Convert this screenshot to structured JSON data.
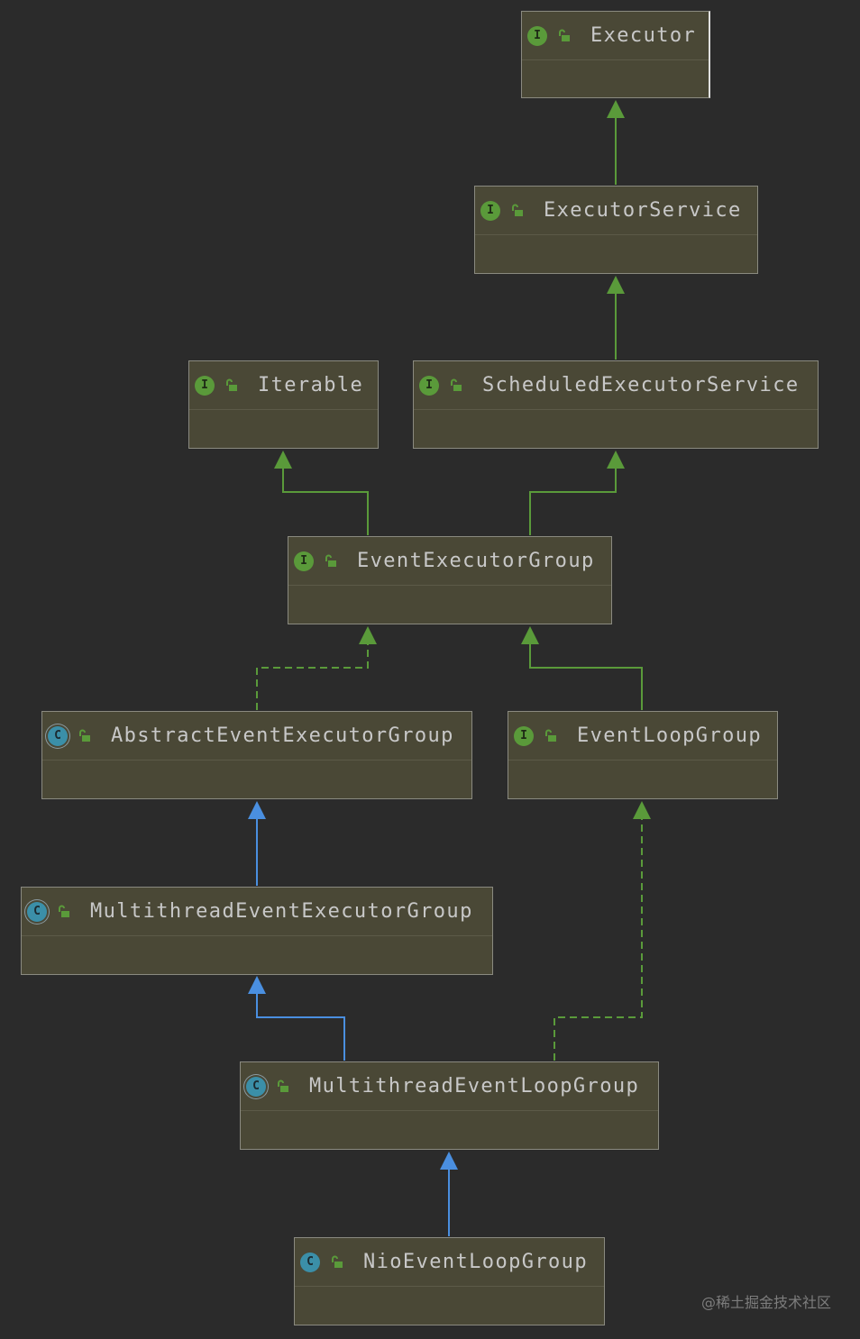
{
  "diagram": {
    "nodes": [
      {
        "id": "executor",
        "kind": "interface",
        "icon": "I",
        "name": "Executor"
      },
      {
        "id": "executor-service",
        "kind": "interface",
        "icon": "I",
        "name": "ExecutorService"
      },
      {
        "id": "iterable",
        "kind": "interface",
        "icon": "I",
        "name": "Iterable"
      },
      {
        "id": "scheduled-executor-service",
        "kind": "interface",
        "icon": "I",
        "name": "ScheduledExecutorService"
      },
      {
        "id": "event-executor-group",
        "kind": "interface",
        "icon": "I",
        "name": "EventExecutorGroup"
      },
      {
        "id": "abstract-event-executor-group",
        "kind": "abstract-class",
        "icon": "C",
        "name": "AbstractEventExecutorGroup"
      },
      {
        "id": "event-loop-group",
        "kind": "interface",
        "icon": "I",
        "name": "EventLoopGroup"
      },
      {
        "id": "multithread-event-executor-group",
        "kind": "abstract-class",
        "icon": "C",
        "name": "MultithreadEventExecutorGroup"
      },
      {
        "id": "multithread-event-loop-group",
        "kind": "abstract-class",
        "icon": "C",
        "name": "MultithreadEventLoopGroup"
      },
      {
        "id": "nio-event-loop-group",
        "kind": "class",
        "icon": "C",
        "name": "NioEventLoopGroup"
      }
    ],
    "edges": [
      {
        "from": "executor-service",
        "to": "executor",
        "type": "extends-interface"
      },
      {
        "from": "scheduled-executor-service",
        "to": "executor-service",
        "type": "extends-interface"
      },
      {
        "from": "event-executor-group",
        "to": "iterable",
        "type": "extends-interface"
      },
      {
        "from": "event-executor-group",
        "to": "scheduled-executor-service",
        "type": "extends-interface"
      },
      {
        "from": "abstract-event-executor-group",
        "to": "event-executor-group",
        "type": "implements"
      },
      {
        "from": "event-loop-group",
        "to": "event-executor-group",
        "type": "extends-interface"
      },
      {
        "from": "multithread-event-executor-group",
        "to": "abstract-event-executor-group",
        "type": "extends-class"
      },
      {
        "from": "multithread-event-loop-group",
        "to": "multithread-event-executor-group",
        "type": "extends-class"
      },
      {
        "from": "multithread-event-loop-group",
        "to": "event-loop-group",
        "type": "implements"
      },
      {
        "from": "nio-event-loop-group",
        "to": "multithread-event-loop-group",
        "type": "extends-class"
      }
    ]
  },
  "colors": {
    "background": "#2b2b2b",
    "node_fill": "#4a4836",
    "interface_edge": "#5a9a3a",
    "class_edge": "#4a8fe0",
    "interface_icon": "#5a9a3a",
    "class_icon": "#3b8fa8",
    "lock_icon": "#5a9a3a"
  },
  "watermark": "@稀土掘金技术社区"
}
